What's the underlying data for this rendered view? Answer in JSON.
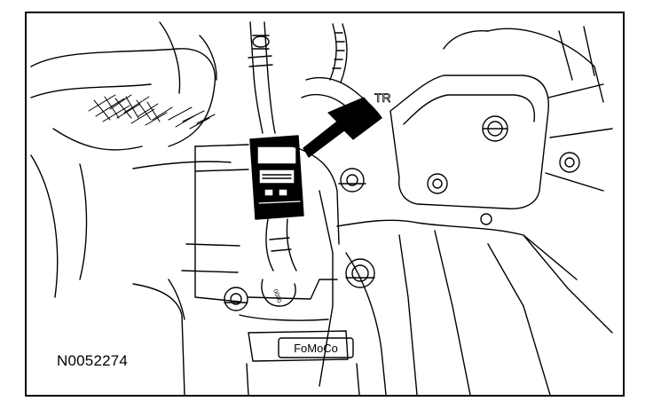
{
  "figure": {
    "id_label": "N0052274",
    "casting_mark": "FoMoCo",
    "cable_mark": "0000",
    "corner_mark": "TR"
  },
  "style": {
    "line_color": "#000000",
    "background": "#ffffff",
    "connector_fill": "#000000"
  },
  "icons": {
    "pointer": "arrow-icon"
  }
}
